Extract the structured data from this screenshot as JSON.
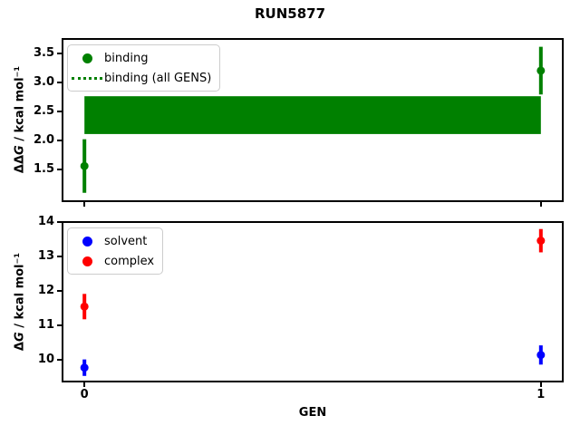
{
  "title": "RUN5877",
  "xlabel": "GEN",
  "colors": {
    "binding": "#008000",
    "solvent": "#0000ff",
    "complex": "#ff0000",
    "frame": "#000000",
    "legend_border": "#cccccc"
  },
  "chart_data": [
    {
      "name": "binding-panel",
      "type": "scatter",
      "title": "",
      "ylabel": "ΔΔG / kcal mol⁻¹",
      "xlim": [
        -0.05,
        1.05
      ],
      "ylim": [
        0.94,
        3.76
      ],
      "yticks": [
        1.5,
        2.0,
        2.5,
        3.0,
        3.5
      ],
      "yticklabels": [
        "1.5",
        "2.0",
        "2.5",
        "3.0",
        "3.5"
      ],
      "xticks": [
        0,
        1
      ],
      "xticklabels": [],
      "grid": false,
      "legend_position": "upper left",
      "series": [
        {
          "name": "binding (all GENS)",
          "type": "band",
          "color": "#008000",
          "x": [
            0,
            1
          ],
          "center": 2.43,
          "lo": 2.11,
          "hi": 2.76
        },
        {
          "name": "binding",
          "type": "errorbar",
          "color": "#008000",
          "x": [
            0,
            1
          ],
          "y": [
            1.56,
            3.2
          ],
          "yerr": [
            0.46,
            0.41
          ]
        }
      ],
      "legend": [
        {
          "label": "binding",
          "marker": "dot",
          "color": "#008000"
        },
        {
          "label": "binding (all GENS)",
          "marker": "dotted-line",
          "color": "#008000"
        }
      ]
    },
    {
      "name": "free-energy-panel",
      "type": "scatter",
      "title": "",
      "ylabel": "ΔG / kcal mol⁻¹",
      "xlim": [
        -0.05,
        1.05
      ],
      "ylim": [
        9.33,
        14.03
      ],
      "yticks": [
        10,
        11,
        12,
        13,
        14
      ],
      "yticklabels": [
        "10",
        "11",
        "12",
        "13",
        "14"
      ],
      "xticks": [
        0,
        1
      ],
      "xticklabels": [
        "0",
        "1"
      ],
      "grid": false,
      "legend_position": "upper left",
      "series": [
        {
          "name": "solvent",
          "type": "errorbar",
          "color": "#0000ff",
          "x": [
            0,
            1
          ],
          "y": [
            9.76,
            10.13
          ],
          "yerr": [
            0.24,
            0.28
          ]
        },
        {
          "name": "complex",
          "type": "errorbar",
          "color": "#ff0000",
          "x": [
            0,
            1
          ],
          "y": [
            11.54,
            13.46
          ],
          "yerr": [
            0.37,
            0.34
          ]
        }
      ],
      "legend": [
        {
          "label": "solvent",
          "marker": "dot",
          "color": "#0000ff"
        },
        {
          "label": "complex",
          "marker": "dot",
          "color": "#ff0000"
        }
      ]
    }
  ]
}
